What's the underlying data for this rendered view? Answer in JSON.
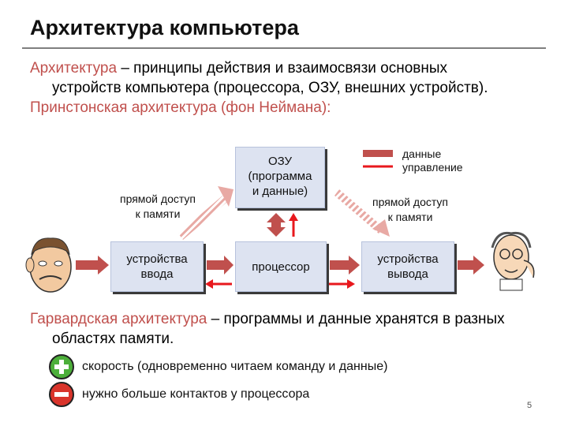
{
  "title": "Архитектура компьютера",
  "definition": {
    "term": "Архитектура",
    "rest_line1": " – принципы действия и взаимосвязи основных",
    "line2": "устройств компьютера (процессора, ОЗУ, внешних устройств)."
  },
  "princeton_heading": "Принстонская архитектура (фон Неймана):",
  "diagram": {
    "ram_label": "ОЗУ\n(программа\nи данные)",
    "input_label": "устройства\nввода",
    "cpu_label": "процессор",
    "output_label": "устройства\nвывода",
    "direct_access_left": "прямой доступ\nк памяти",
    "direct_access_right": "прямой доступ\nк памяти",
    "legend_data": "данные",
    "legend_control": "управление",
    "arrow_data_color": "#c0504d",
    "arrow_control_color": "#e8181d",
    "arrow_direct_color": "#e8a9a4",
    "box_fill": "#dde3f1"
  },
  "harvard": {
    "term": "Гарвардская архитектура",
    "rest_line1": " – программы и данные хранятся в разных",
    "line2": "областях памяти."
  },
  "pros": [
    {
      "icon": "plus-circle-icon",
      "text": "скорость (одновременно читаем команду и данные)"
    },
    {
      "icon": "minus-circle-icon",
      "text": "нужно больше контактов у процессора"
    }
  ],
  "page_number": "5"
}
